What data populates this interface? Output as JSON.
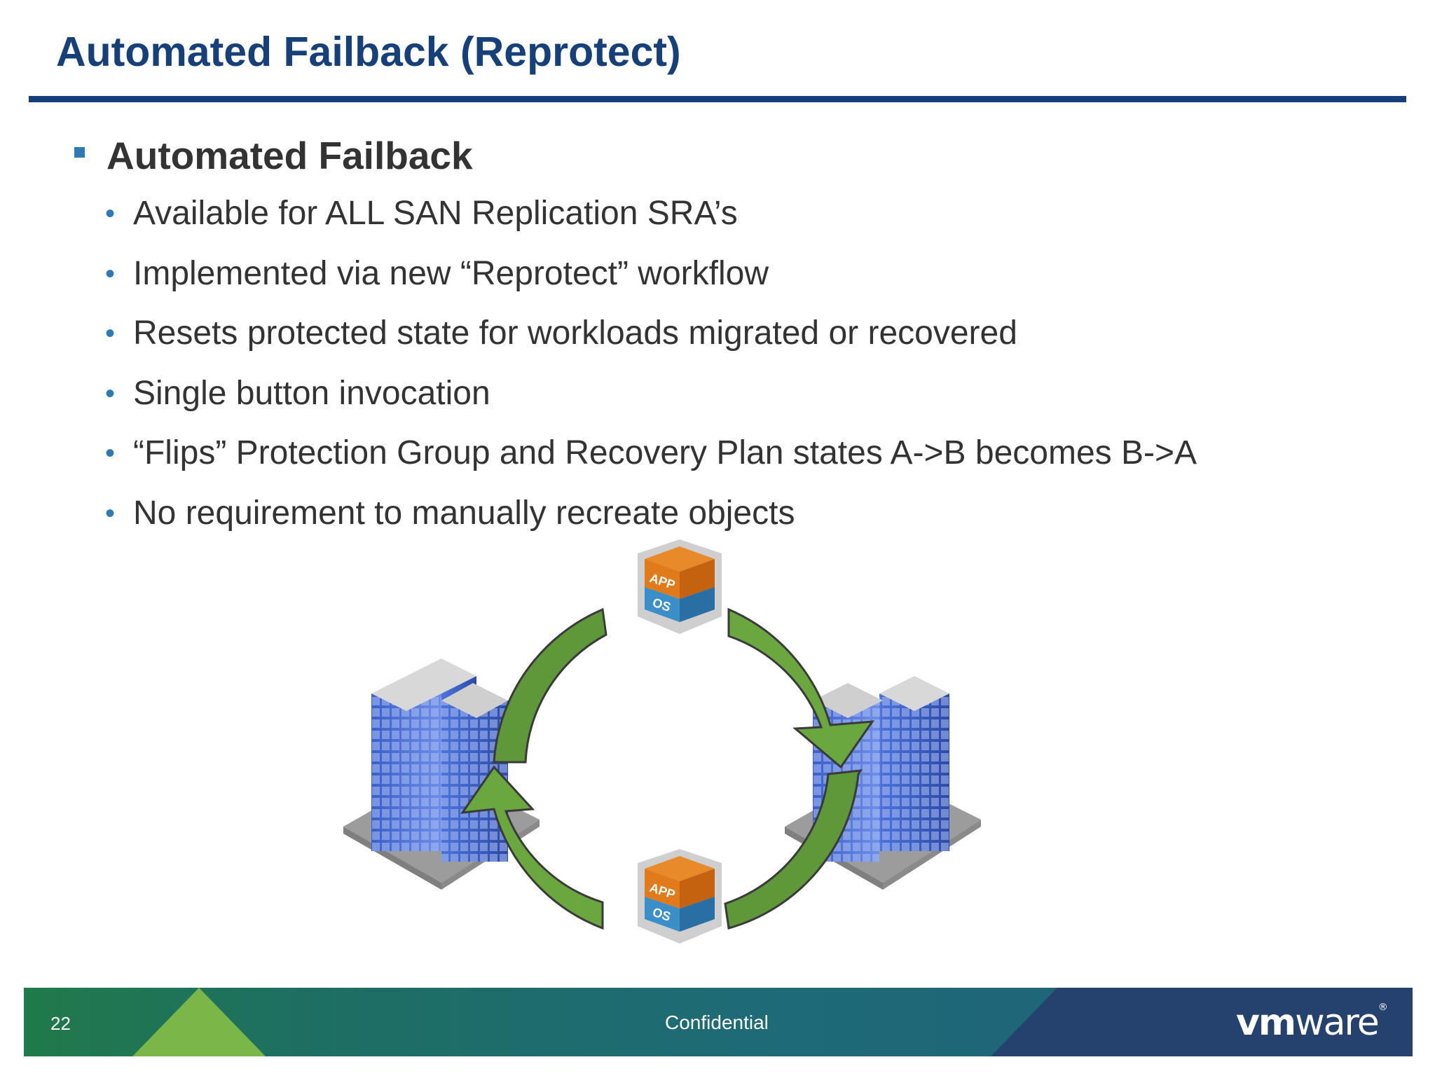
{
  "title": "Automated Failback (Reprotect)",
  "section": {
    "heading": "Automated Failback",
    "bullets": [
      "Available for ALL SAN Replication SRA’s",
      "Implemented via new “Reprotect” workflow",
      "Resets protected state for workloads migrated or recovered",
      "Single button invocation",
      "“Flips” Protection Group and Recovery Plan states A->B becomes B->A",
      "No requirement to manually recreate objects"
    ]
  },
  "diagram": {
    "vm_top": {
      "app_label": "APP",
      "os_label": "OS"
    },
    "vm_bottom": {
      "app_label": "APP",
      "os_label": "OS"
    },
    "colors": {
      "arrow_green": "#6aa83f",
      "building_blue": "#4a6fd6",
      "app_orange": "#e07a1a",
      "os_blue": "#3a8fc8"
    }
  },
  "footer": {
    "page_number": "22",
    "classification": "Confidential",
    "logo_bold": "vm",
    "logo_light": "ware",
    "logo_reg": "®",
    "colors": {
      "left_green": "#1f7a4a",
      "mid_teal": "#1e6a78",
      "right_navy": "#25426e",
      "triangle_green": "#7ab648"
    }
  }
}
